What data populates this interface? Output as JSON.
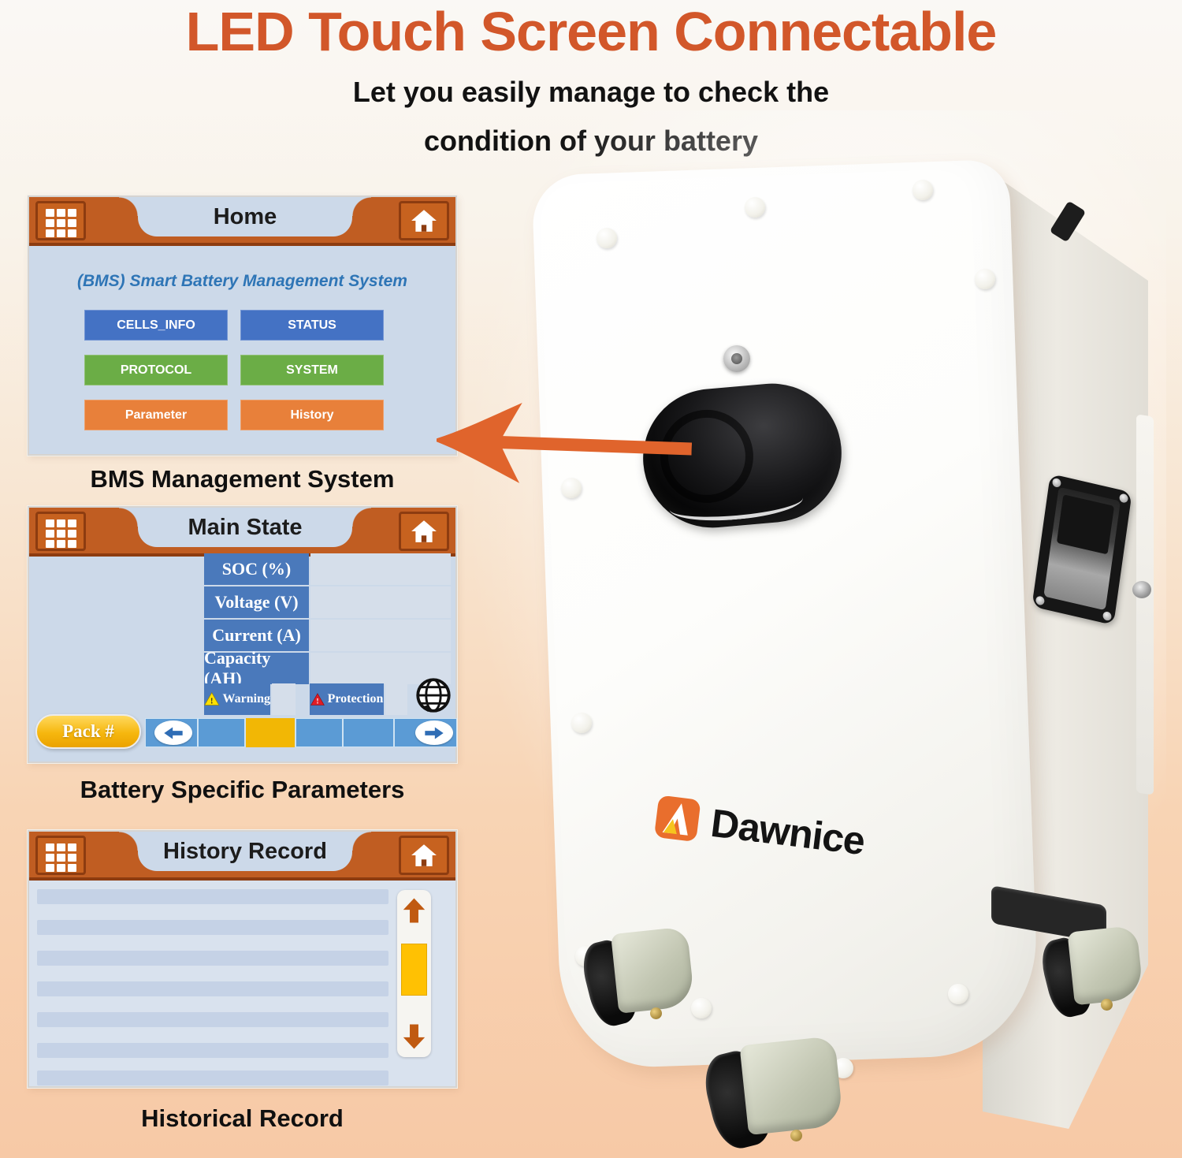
{
  "page": {
    "title": "LED Touch Screen Connectable",
    "subtitle": [
      "Let you easily manage to check the",
      "condition of your battery"
    ]
  },
  "screens": {
    "home": {
      "header_title": "Home",
      "heading": "(BMS) Smart Battery Management System",
      "buttons": [
        {
          "label": "CELLS_INFO",
          "color": "#4472c4"
        },
        {
          "label": "STATUS",
          "color": "#4472c4"
        },
        {
          "label": "PROTOCOL",
          "color": "#6bad46"
        },
        {
          "label": "SYSTEM",
          "color": "#6bad46"
        },
        {
          "label": "Parameter",
          "color": "#e8803a"
        },
        {
          "label": "History",
          "color": "#e8803a"
        }
      ],
      "caption": "BMS Management System"
    },
    "main_state": {
      "header_title": "Main State",
      "param_rows": [
        "SOC (%)",
        "Voltage (V)",
        "Current (A)",
        "Capacity (AH)"
      ],
      "warning_label": "Warning",
      "protection_label": "Protection",
      "pack_button": "Pack #",
      "caption": "Battery Specific Parameters"
    },
    "history": {
      "header_title": "History Record",
      "caption": "Historical Record"
    }
  },
  "battery": {
    "brand": "Dawnice"
  },
  "icons": {
    "menu_grid": "3x3-grid",
    "home": "house",
    "warning": "yellow-triangle-exclamation",
    "protection": "red-triangle-exclamation",
    "globe": "globe",
    "nav_left": "left-block-arrow",
    "nav_right": "right-block-arrow",
    "scroll_up": "up-block-arrow",
    "scroll_down": "down-block-arrow",
    "pointer": "left-pointing-arrow"
  },
  "colors": {
    "title_orange": "#d2572a",
    "header_orange": "#c05d22",
    "header_border": "#8d3c10",
    "screen_bg_blue": "#ccd9e9",
    "heading_blue": "#2e75b6",
    "button_blue": "#4472c4",
    "button_green": "#6bad46",
    "button_orange": "#e8803a",
    "table_label_blue": "#4a79bb",
    "table_value_cell": "#d5deea",
    "nav_bar_blue": "#5b9bd5",
    "nav_yellow": "#f2b705",
    "pill_yellow": "#f6b70e",
    "scroll_arrow_orange": "#c05a11",
    "scroll_thumb_yellow": "#ffc103",
    "stripe_blue": "#c5d2e6",
    "background_peach": "#f7c9a6",
    "arrow_orange": "#e0642c",
    "logo_orange": "#e96e2d",
    "logo_yellow": "#f6c51e"
  }
}
